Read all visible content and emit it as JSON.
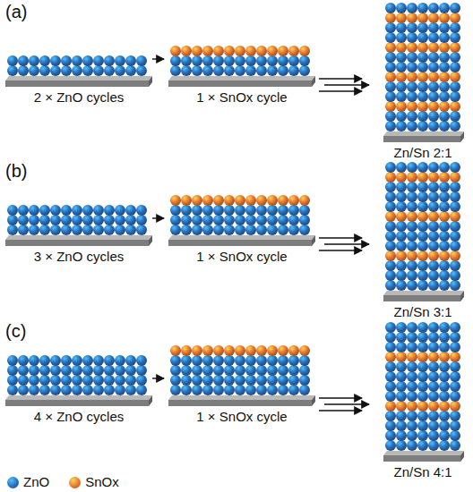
{
  "diagram": {
    "labels": [
      "(a)",
      "2 × ZnO cycles",
      "1 × SnOx cycle",
      "Zn/Sn 2:1",
      "(b)",
      "3 × ZnO cycles",
      "1 × SnOx cycle",
      "Zn/Sn 3:1",
      "(c)",
      "4 × ZnO cycles",
      "1 × SnOx cycle",
      "Zn/Sn 4:1"
    ],
    "legend": [
      {
        "text": "ZnO",
        "color": "#2a6ebb"
      },
      {
        "text": "SnOx",
        "color": "#e8772e"
      }
    ]
  }
}
